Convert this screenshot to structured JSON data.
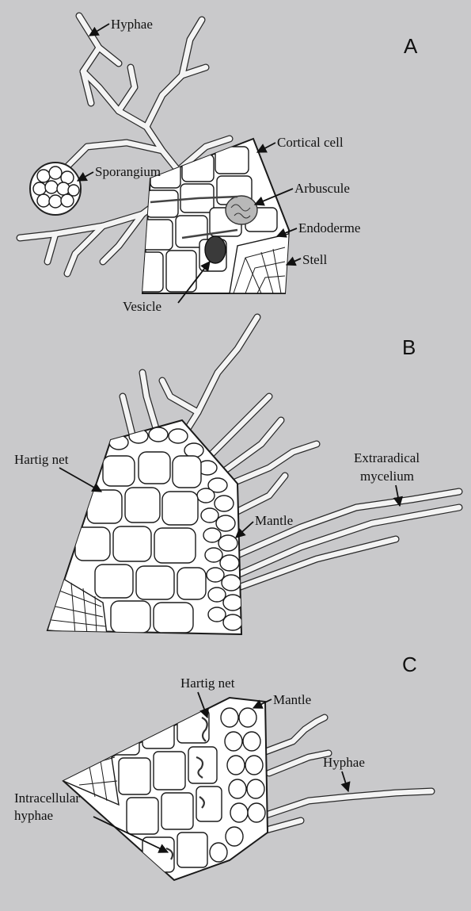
{
  "panels": {
    "A": {
      "letter": "A",
      "labels": {
        "hyphae": "Hyphae",
        "sporangium": "Sporangium",
        "cortical_cell": "Cortical cell",
        "arbuscule": "Arbuscule",
        "endoderme": "Endoderme",
        "stell": "Stell",
        "vesicle": "Vesicle"
      }
    },
    "B": {
      "letter": "B",
      "labels": {
        "hartig_net": "Hartig net",
        "extraradical_line1": "Extraradical",
        "extraradical_line2": "mycelium",
        "mantle": "Mantle"
      }
    },
    "C": {
      "letter": "C",
      "labels": {
        "hartig_net": "Hartig net",
        "mantle": "Mantle",
        "hyphae": "Hyphae",
        "intracellular_line1": "Intracellular",
        "intracellular_line2": "hyphae"
      }
    }
  },
  "colors": {
    "background": "#c9c9cb",
    "cell_fill": "#ffffff",
    "outline": "#1a1a1a",
    "vesicle": "#3a3a3a"
  }
}
